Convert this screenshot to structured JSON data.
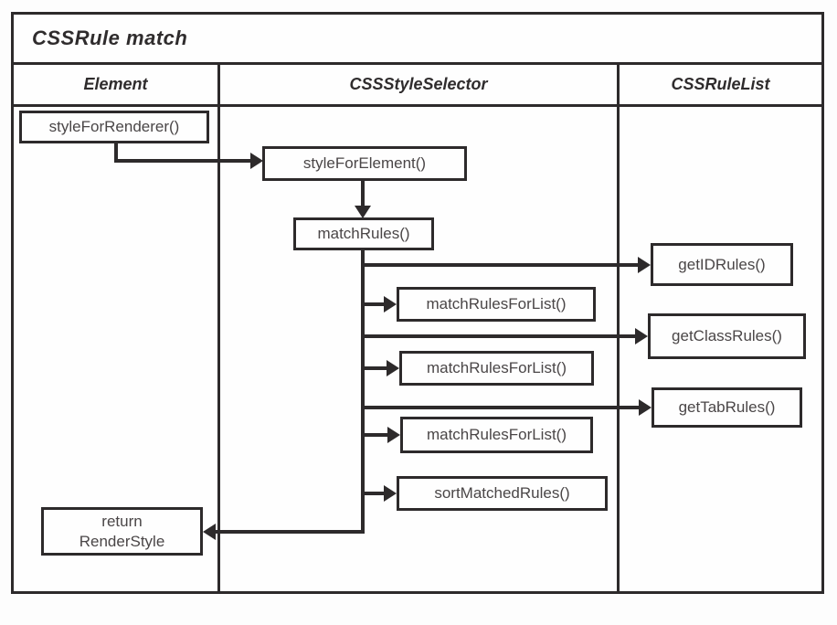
{
  "diagram": {
    "title": "CSSRule match",
    "lanes": [
      "Element",
      "CSSStyleSelector",
      "CSSRuleList"
    ],
    "nodes": [
      {
        "id": "styleForRenderer",
        "lane": "Element",
        "label": "styleForRenderer()"
      },
      {
        "id": "styleForElement",
        "lane": "CSSStyleSelector",
        "label": "styleForElement()"
      },
      {
        "id": "matchRules",
        "lane": "CSSStyleSelector",
        "label": "matchRules()"
      },
      {
        "id": "matchRulesForList1",
        "lane": "CSSStyleSelector",
        "label": "matchRulesForList()"
      },
      {
        "id": "matchRulesForList2",
        "lane": "CSSStyleSelector",
        "label": "matchRulesForList()"
      },
      {
        "id": "matchRulesForList3",
        "lane": "CSSStyleSelector",
        "label": "matchRulesForList()"
      },
      {
        "id": "sortMatchedRules",
        "lane": "CSSStyleSelector",
        "label": "sortMatchedRules()"
      },
      {
        "id": "returnRenderStyle",
        "lane": "Element",
        "label": "return\nRenderStyle"
      },
      {
        "id": "getIDRules",
        "lane": "CSSRuleList",
        "label": "getIDRules()"
      },
      {
        "id": "getClassRules",
        "lane": "CSSRuleList",
        "label": "getClassRules()"
      },
      {
        "id": "getTabRules",
        "lane": "CSSRuleList",
        "label": "getTabRules()"
      }
    ],
    "edges": [
      {
        "from": "styleForRenderer",
        "to": "styleForElement"
      },
      {
        "from": "styleForElement",
        "to": "matchRules"
      },
      {
        "from": "matchRules",
        "to": "getIDRules"
      },
      {
        "from": "matchRules",
        "to": "matchRulesForList1"
      },
      {
        "from": "matchRules",
        "to": "getClassRules"
      },
      {
        "from": "matchRules",
        "to": "matchRulesForList2"
      },
      {
        "from": "matchRules",
        "to": "getTabRules"
      },
      {
        "from": "matchRules",
        "to": "matchRulesForList3"
      },
      {
        "from": "matchRules",
        "to": "sortMatchedRules"
      },
      {
        "from": "matchRules",
        "to": "returnRenderStyle"
      }
    ],
    "colors": {
      "line": "#2d2a2b",
      "node_text": "#4a4647",
      "background": "#fefefe"
    }
  }
}
